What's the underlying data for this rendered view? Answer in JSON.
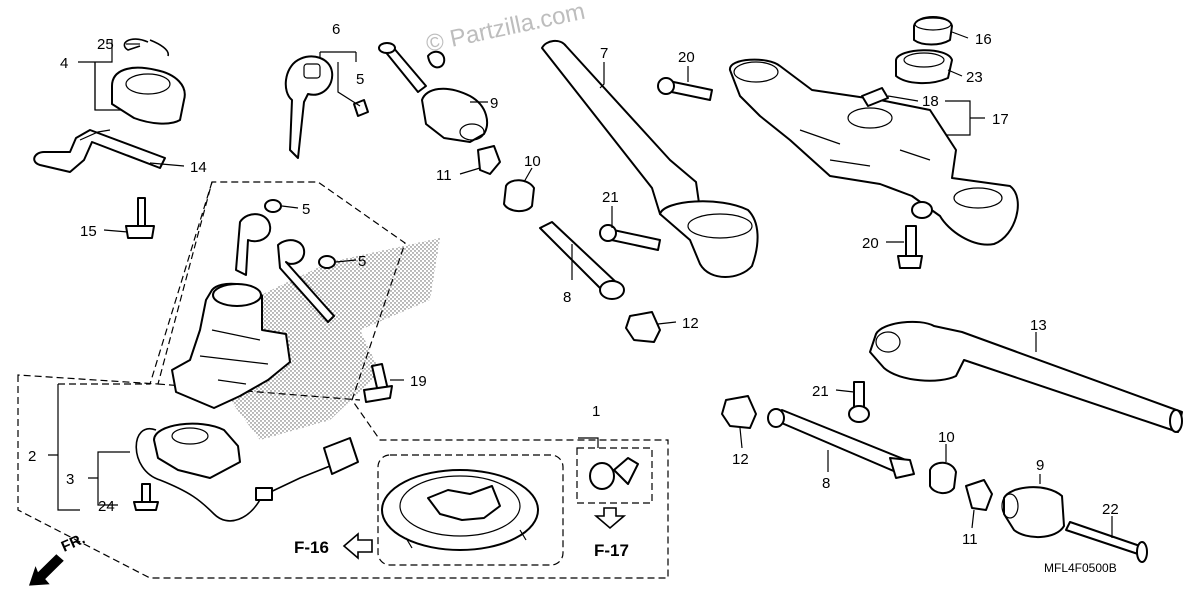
{
  "watermark": "© Partzilla.com",
  "diagram_code": "MFL4F0500B",
  "direction_label": "FR.",
  "ref_left": "F-16",
  "ref_right": "F-17",
  "callouts": {
    "c1": "1",
    "c2": "2",
    "c3": "3",
    "c4": "4",
    "c5a": "5",
    "c5b": "5",
    "c5c": "5",
    "c6": "6",
    "c7": "7",
    "c8a": "8",
    "c8b": "8",
    "c9a": "9",
    "c9b": "9",
    "c10a": "10",
    "c10b": "10",
    "c11a": "11",
    "c11b": "11",
    "c12a": "12",
    "c12b": "12",
    "c13": "13",
    "c14": "14",
    "c15": "15",
    "c16": "16",
    "c17": "17",
    "c18": "18",
    "c19": "19",
    "c20a": "20",
    "c20b": "20",
    "c21a": "21",
    "c21b": "21",
    "c22": "22",
    "c23": "23",
    "c24": "24",
    "c25": "25"
  }
}
